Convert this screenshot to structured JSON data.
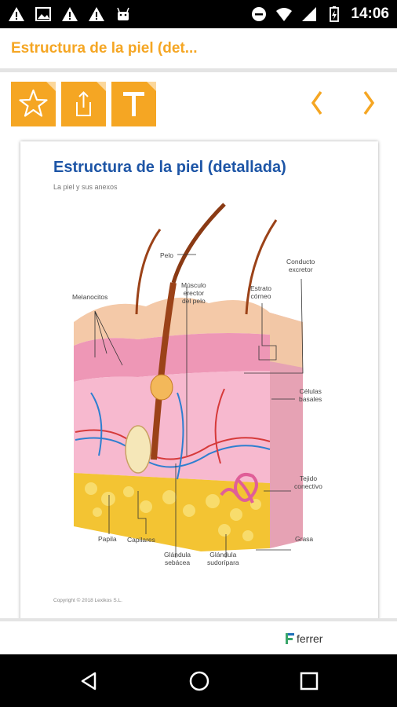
{
  "status_bar": {
    "time": "14:06",
    "notification_icons": [
      "warning-icon",
      "image-icon",
      "warning-icon",
      "warning-icon",
      "android-icon"
    ],
    "system_icons": [
      "dnd-icon",
      "wifi-icon",
      "signal-icon",
      "battery-icon"
    ]
  },
  "header": {
    "title": "Estructura de la piel (det..."
  },
  "toolbar": {
    "buttons": [
      "star-icon",
      "share-icon",
      "text-icon"
    ],
    "nav": [
      "chevron-left-icon",
      "chevron-right-icon"
    ]
  },
  "diagram": {
    "title": "Estructura de la piel (detallada)",
    "subtitle": "La piel y sus anexos",
    "labels": {
      "pelo": "Pelo",
      "musculo": [
        "Músculo",
        "erector",
        "del pelo"
      ],
      "conducto": [
        "Conducto",
        "excretor"
      ],
      "melanocitos": "Melanocitos",
      "estrato": [
        "Estrato",
        "córneo"
      ],
      "celulas": [
        "Células",
        "basales"
      ],
      "tejido": [
        "Tejido",
        "conectivo"
      ],
      "grasa": "Grasa",
      "papila": "Papila",
      "capilares": "Capilares",
      "glandula_sebacea": [
        "Glándula",
        "sebácea"
      ],
      "glandula_sudoripara": [
        "Glándula",
        "sudorípara"
      ]
    },
    "copyright": "Copyright © 2018 Lexikos S.L."
  },
  "footer": {
    "brand": "ferrer"
  },
  "nav_bar": {
    "buttons": [
      "back-icon",
      "home-icon",
      "recents-icon"
    ]
  },
  "colors": {
    "accent": "#f5a623",
    "title_blue": "#1d55a6"
  }
}
